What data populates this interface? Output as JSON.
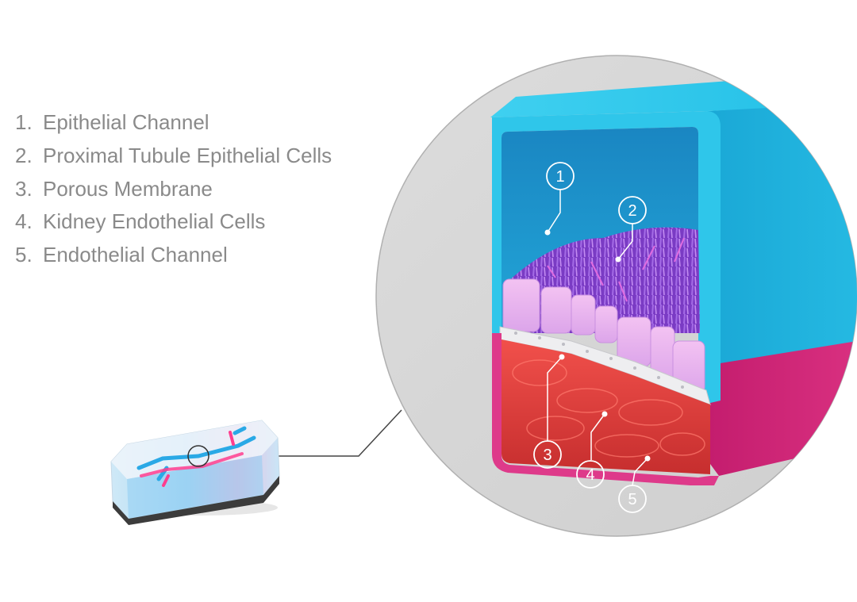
{
  "legend": {
    "items": [
      {
        "num": "1.",
        "label": "Epithelial Channel"
      },
      {
        "num": "2.",
        "label": "Proximal Tubule Epithelial Cells"
      },
      {
        "num": "3.",
        "label": "Porous Membrane"
      },
      {
        "num": "4.",
        "label": "Kidney Endothelial Cells"
      },
      {
        "num": "5.",
        "label": "Endothelial Channel"
      }
    ]
  },
  "callouts": [
    "1",
    "2",
    "3",
    "4",
    "5"
  ],
  "colors": {
    "epithelial_channel": "#1fb6dc",
    "endothelial_channel": "#d8257d",
    "epithelial_cells": "#8a4fd0",
    "endothelial_cells": "#e2483f",
    "magnifier_bg": "#d6d6d6",
    "legend_text": "#8a8a8a"
  }
}
